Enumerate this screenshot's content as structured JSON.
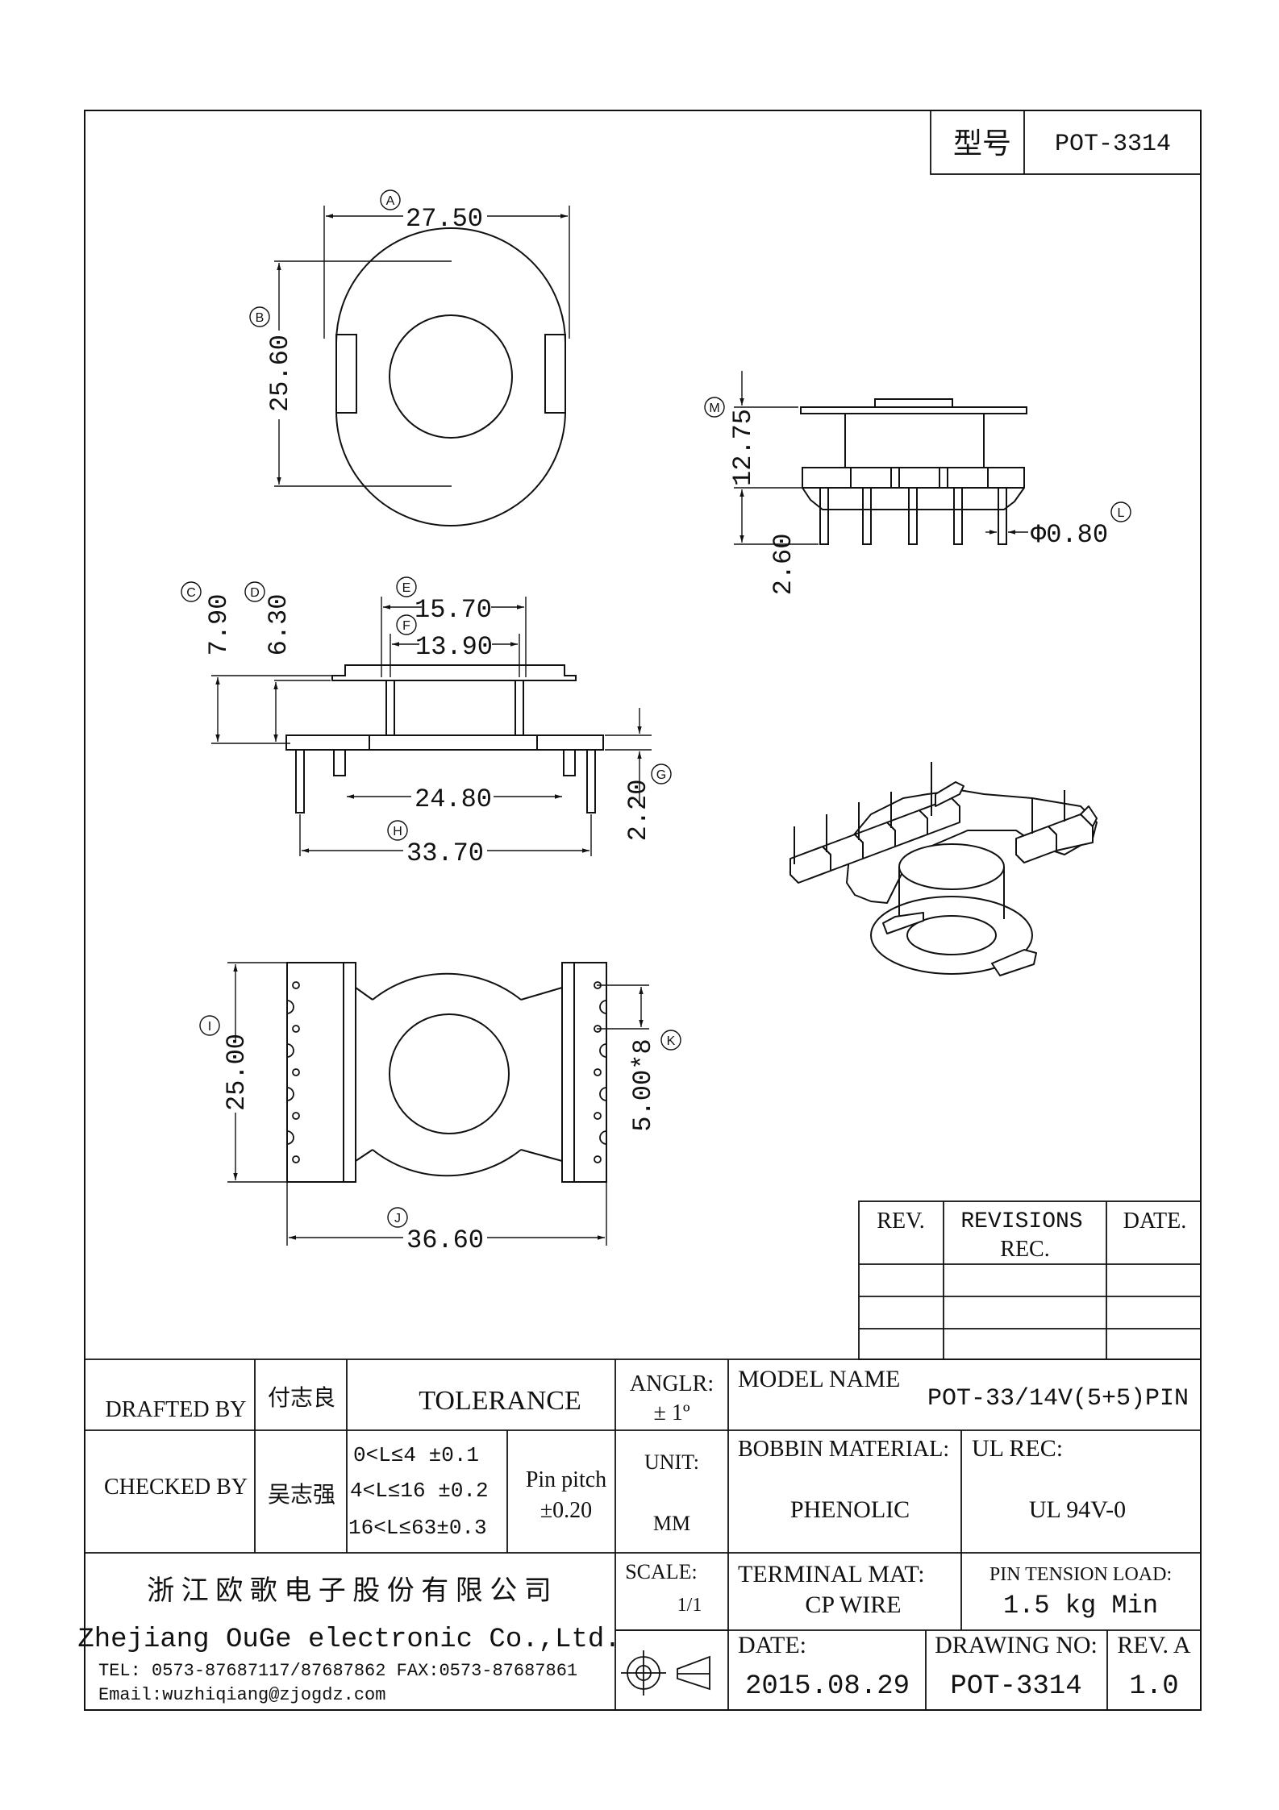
{
  "title_block_top": {
    "label": "型号",
    "value": "POT-3314"
  },
  "dimensions": {
    "A": {
      "circle": "A",
      "value": "27.50"
    },
    "B": {
      "circle": "B",
      "value": "25.60"
    },
    "C": {
      "circle": "C",
      "value": "7.90"
    },
    "D": {
      "circle": "D",
      "value": "6.30"
    },
    "E": {
      "circle": "E",
      "value": "15.70"
    },
    "F": {
      "circle": "F",
      "value": "13.90"
    },
    "G": {
      "circle": "G",
      "value": "2.20"
    },
    "H": {
      "circle": "H",
      "value": "33.70"
    },
    "base": {
      "value": "24.80"
    },
    "I": {
      "circle": "I",
      "value": "25.00"
    },
    "J": {
      "circle": "J",
      "value": "36.60"
    },
    "K": {
      "circle": "K",
      "value": "5.00*8"
    },
    "M": {
      "circle": "M",
      "value": "12.75"
    },
    "pin_len": {
      "value": "2.60"
    },
    "L": {
      "circle": "L",
      "value": "Φ0.80"
    }
  },
  "revisions": {
    "rev": "REV.",
    "revisions_line1": "REVISIONS",
    "revisions_line2": "REC.",
    "date": "DATE."
  },
  "title_block": {
    "drafted_by_label": "DRAFTED BY",
    "drafted_by": "付志良",
    "checked_by_label": "CHECKED BY",
    "checked_by": "吴志强",
    "tolerance_label": "TOLERANCE",
    "tol_1": "0<L≤4  ±0.1",
    "tol_2": "4<L≤16  ±0.2",
    "tol_3": "16<L≤63±0.3",
    "pin_pitch_label": "Pin pitch",
    "pin_pitch_value": "±0.20",
    "angle_label": "ANGLR:",
    "angle_value": "± 1º",
    "unit_label": "UNIT:",
    "unit_value": "MM",
    "scale_label": "SCALE:",
    "scale_value": "1/1",
    "model_name_label": "MODEL NAME",
    "model_name": "POT-33/14V(5+5)PIN",
    "bobbin_material_label": "BOBBIN MATERIAL:",
    "bobbin_material": "PHENOLIC",
    "ul_rec_label": "UL REC:",
    "ul_rec": "UL 94V-0",
    "terminal_mat_label": "TERMINAL MAT:",
    "terminal_mat": "CP  WIRE",
    "pin_tension_label": "PIN  TENSION  LOAD:",
    "pin_tension": "1.5 kg Min",
    "date_label": "DATE:",
    "date": "2015.08.29",
    "drawing_no_label": "DRAWING NO:",
    "drawing_no": "POT-3314",
    "rev_label": "REV. A",
    "rev": "1.0",
    "company_cn": "浙 江 欧 歌 电 子 股 份 有 限 公 司",
    "company_en": "Zhejiang OuGe electronic Co.,Ltd.",
    "tel": "TEL: 0573-87687117/87687862  FAX:0573-87687861",
    "email": "Email:wuzhiqiang@zjogdz.com"
  }
}
